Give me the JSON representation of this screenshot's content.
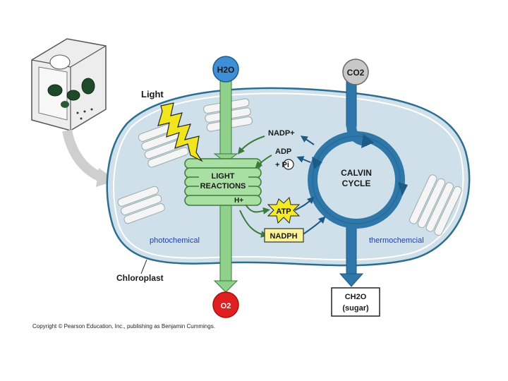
{
  "labels": {
    "light": "Light",
    "water": "H2O",
    "carbon_dioxide": "CO2",
    "nadp_plus": "NADP+",
    "adp": "ADP",
    "plus_pi": "+ Pi",
    "calvin_line1": "CALVIN",
    "calvin_line2": "CYCLE",
    "light_reactions_line1": "LIGHT",
    "light_reactions_line2": "REACTIONS",
    "h_plus": "H+",
    "atp": "ATP",
    "nadph": "NADPH",
    "photochemical": "photochemical",
    "thermochemical": "thermochemcial",
    "chloroplast": "Chloroplast",
    "oxygen": "O2",
    "sugar_line1": "CH2O",
    "sugar_line2": "(sugar)",
    "copyright": "Copyright © Pearson Education, Inc., publishing as Benjamin Cummings."
  },
  "colors": {
    "stroma": "#cfe0ea",
    "membrane": "#2c6e8f",
    "green_arrow": "#8fd08a",
    "blue_arrow": "#2f77a8",
    "water_circle": "#3e8fd6",
    "co2_circle": "#c8c8c8",
    "o2_circle": "#e02020",
    "atp_burst": "#f4ea2a",
    "nadph_box": "#fbf39a",
    "lightning": "#f1e520"
  }
}
